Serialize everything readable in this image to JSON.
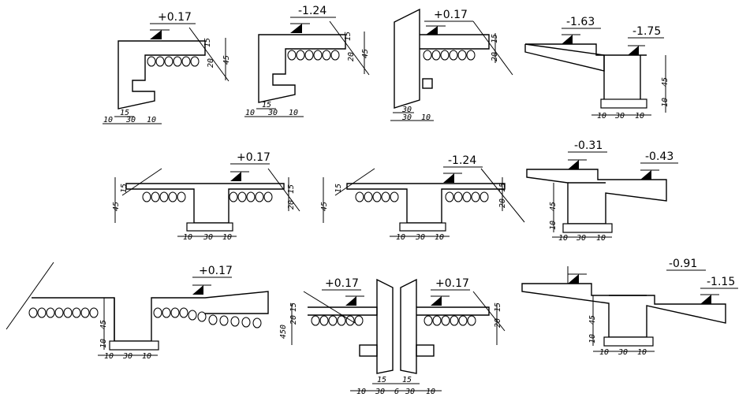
{
  "details": [
    {
      "id": "d1",
      "levels": [
        "+0.17"
      ],
      "dims": [
        "15",
        "30",
        "10",
        "20",
        "15",
        "45"
      ]
    },
    {
      "id": "d2",
      "levels": [
        "-1.24"
      ],
      "dims": [
        "15",
        "30",
        "10",
        "20",
        "15",
        "45"
      ]
    },
    {
      "id": "d3",
      "levels": [
        "+0.17"
      ],
      "dims": [
        "30",
        "30",
        "10",
        "20",
        "15"
      ]
    },
    {
      "id": "d4",
      "levels": [
        "-1.63",
        "-1.75"
      ],
      "dims": [
        "10",
        "30",
        "10",
        "45",
        "10"
      ]
    },
    {
      "id": "d5",
      "levels": [
        "+0.17"
      ],
      "dims": [
        "10",
        "30",
        "10",
        "15",
        "45",
        "20",
        "15"
      ]
    },
    {
      "id": "d6",
      "levels": [
        "-1.24"
      ],
      "dims": [
        "10",
        "30",
        "10",
        "15",
        "45",
        "20",
        "15"
      ]
    },
    {
      "id": "d7",
      "levels": [
        "-0.31",
        "-0.43"
      ],
      "dims": [
        "10",
        "30",
        "10",
        "45",
        "10"
      ]
    },
    {
      "id": "d8",
      "levels": [
        "+0.17"
      ],
      "dims": [
        "10",
        "30",
        "10",
        "45",
        "10"
      ]
    },
    {
      "id": "d9",
      "levels": [
        "+0.17",
        "+0.17"
      ],
      "dims": [
        "15",
        "15",
        "10",
        "30",
        "6",
        "30",
        "10",
        "20",
        "15",
        "450",
        "20",
        "15"
      ]
    },
    {
      "id": "d10",
      "levels": [
        "-0.91",
        "-1.15"
      ],
      "dims": [
        "10",
        "30",
        "10",
        "45",
        "10"
      ]
    }
  ]
}
